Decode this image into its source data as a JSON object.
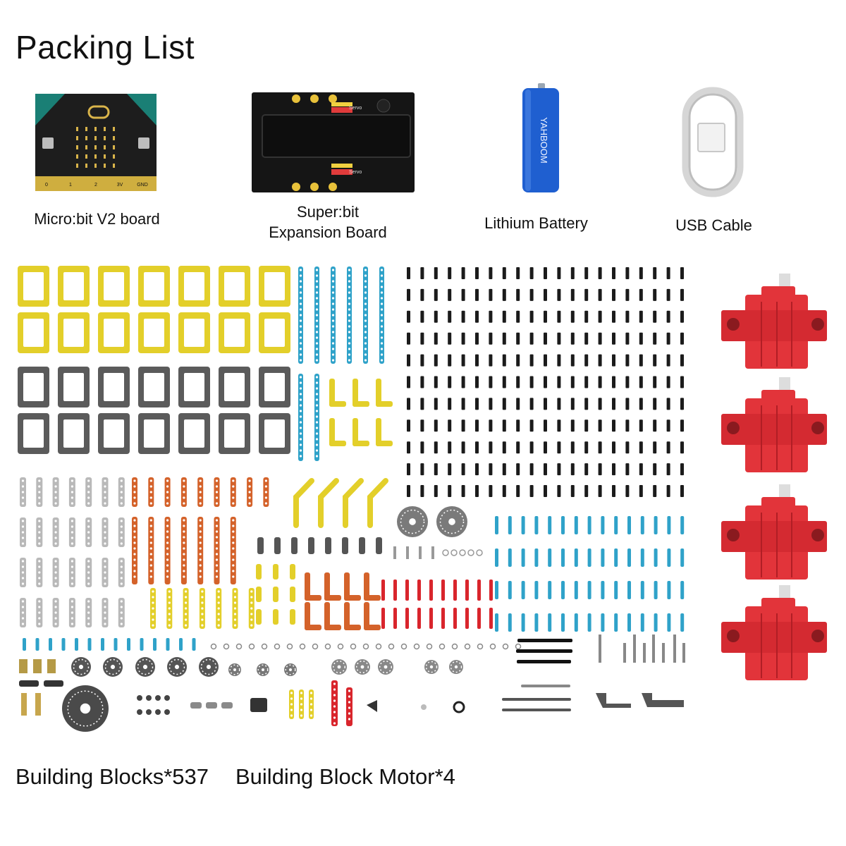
{
  "title": "Packing List",
  "items": {
    "microbit": {
      "label": "Micro:bit V2 board",
      "pins": [
        "0",
        "1",
        "2",
        "3V",
        "GND"
      ]
    },
    "superbit": {
      "label_line1": "Super:bit",
      "label_line2": "Expansion Board",
      "silk": "Servo"
    },
    "battery": {
      "label": "Lithium Battery",
      "brand": "YAHBOOM"
    },
    "usb": {
      "label": "USB Cable"
    }
  },
  "bottom": {
    "blocks_label": "Building Blocks*537",
    "motor_label": "Building Block Motor*4"
  },
  "colors": {
    "yellow": "#e3cf2a",
    "dark_gray": "#5b5b5b",
    "blue": "#2fa2c9",
    "orange": "#d4622a",
    "red": "#d9252c",
    "motor_red": "#e2343a",
    "board": "#111111",
    "microbit_bg": "#1d1d1d",
    "teal": "#1a7f75"
  }
}
